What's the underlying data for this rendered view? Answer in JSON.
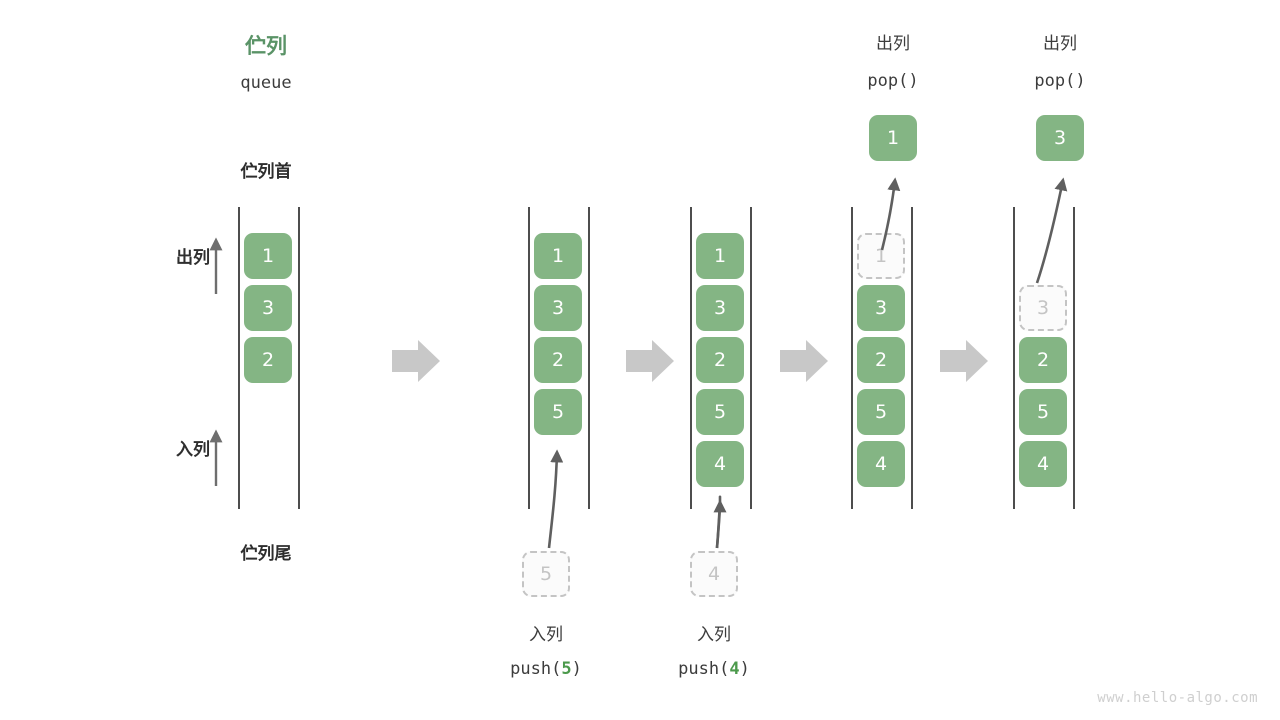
{
  "watermark": "www.hello-algo.com",
  "header": {
    "title_cn": "伫列",
    "title_en": "queue"
  },
  "side_labels": {
    "front": "伫列首",
    "rear": "伫列尾",
    "dequeue": "出列",
    "enqueue": "入列"
  },
  "colors": {
    "cell_fill": "#84b584",
    "cell_text": "#ffffff",
    "ghost_fill": "#fbfbfb",
    "ghost_border": "#c4c4c4",
    "ghost_text": "#c4c4c4",
    "accent_green": "#5a9367",
    "code_num_green": "#4c9a4c",
    "rail": "#4d4d4d",
    "step_arrow": "#c8c8c8",
    "curve_arrow": "#5f5f5f",
    "text": "#3c3c3c",
    "watermark": "#cfcfcf"
  },
  "stages": [
    {
      "id": "initial",
      "cells": [
        "1",
        "3",
        "2"
      ],
      "ghosts": []
    },
    {
      "id": "after-push-5",
      "cells": [
        "1",
        "3",
        "2",
        "5"
      ],
      "ghosts": [],
      "incoming": "5",
      "caption_cn": "入列",
      "caption_code_prefix": "push(",
      "caption_code_num": "5",
      "caption_code_suffix": ")"
    },
    {
      "id": "after-push-4",
      "cells": [
        "1",
        "3",
        "2",
        "5",
        "4"
      ],
      "ghosts": [],
      "incoming": "4",
      "caption_cn": "入列",
      "caption_code_prefix": "push(",
      "caption_code_num": "4",
      "caption_code_suffix": ")"
    },
    {
      "id": "after-pop-1",
      "cells": [
        "3",
        "2",
        "5",
        "4"
      ],
      "ghost_slot": 0,
      "ghost_value": "1",
      "popped": "1",
      "caption_cn": "出列",
      "caption_code": "pop()"
    },
    {
      "id": "after-pop-3",
      "cells": [
        "2",
        "5",
        "4"
      ],
      "ghost_slot": 1,
      "ghost_value": "3",
      "popped": "3",
      "caption_cn": "出列",
      "caption_code": "pop()"
    }
  ],
  "cells_flat": {
    "s0": [
      "1",
      "3",
      "2"
    ],
    "s1": [
      "1",
      "3",
      "2",
      "5"
    ],
    "s2": [
      "1",
      "3",
      "2",
      "5",
      "4"
    ],
    "s3": [
      "3",
      "2",
      "5",
      "4"
    ],
    "s4": [
      "2",
      "5",
      "4"
    ]
  },
  "ghost_values": {
    "push5": "5",
    "push4": "4",
    "pop1": "1",
    "pop3": "3"
  },
  "popped_values": {
    "pop1": "1",
    "pop3": "3"
  },
  "captions": {
    "push5_cn": "入列",
    "push5_prefix": "push(",
    "push5_num": "5",
    "push5_suffix": ")",
    "push4_cn": "入列",
    "push4_prefix": "push(",
    "push4_num": "4",
    "push4_suffix": ")",
    "pop1_cn": "出列",
    "pop1_code": "pop()",
    "pop3_cn": "出列",
    "pop3_code": "pop()"
  }
}
